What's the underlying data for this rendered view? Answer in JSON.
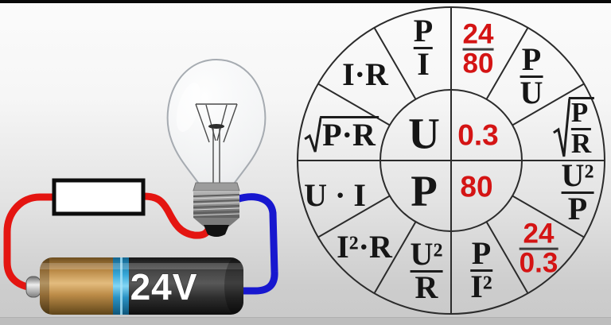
{
  "colors": {
    "accent_red": "#d41414",
    "formula_black": "#161616",
    "wire_red": "#e41511",
    "wire_blue": "#1717cf",
    "battery_blue_stripe": "#2ba2d8",
    "battery_copper": "#c0904f",
    "battery_dark": "#2e2e2e",
    "wheel_line": "#2b2b2b"
  },
  "circuit": {
    "battery_label": "24V"
  },
  "wheel": {
    "center": {
      "voltage_symbol": "U",
      "current_value": "0.3",
      "power_symbol": "P",
      "resistance_value": "80"
    },
    "formulas": {
      "p_over_i": {
        "num": "P",
        "den": "I"
      },
      "val_24_80": {
        "num": "24",
        "den": "80"
      },
      "p_over_u": {
        "num": "P",
        "den": "U"
      },
      "sqrt_p_over_r": {
        "sign": "√",
        "num": "P",
        "den": "R"
      },
      "u2_over_p": {
        "num": "U²",
        "den": "P"
      },
      "val_24_03": {
        "num": "24",
        "den": "0.3"
      },
      "p_over_i2": {
        "num": "P",
        "den": "I²"
      },
      "u2_over_r": {
        "num": "U²",
        "den": "R"
      },
      "i2_r": {
        "text": "I²·R"
      },
      "u_i": {
        "text": "U · I"
      },
      "sqrt_p_r": {
        "sign": "√",
        "text": "P·R"
      },
      "i_r": {
        "text": "I·R"
      }
    }
  }
}
